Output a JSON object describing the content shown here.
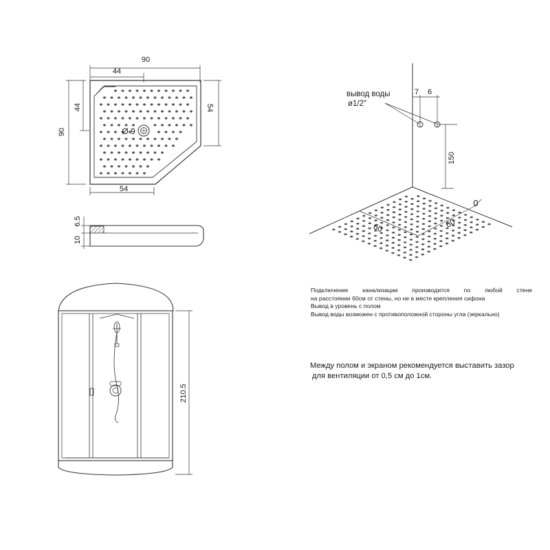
{
  "tray_plan": {
    "width_label": "90",
    "depth_label": "90",
    "inner_width_label": "44",
    "inner_depth_label": "44",
    "right_side_label": "54",
    "front_side_label": "54",
    "drain_label": "Ø 9"
  },
  "tray_profile": {
    "height_label": "10",
    "rim_label": "6.5"
  },
  "cabin_front": {
    "height_label": "210.5"
  },
  "wall_detail": {
    "outlet_title": "вывод воды",
    "outlet_size": "ø1/2\"",
    "spacing_left": "7",
    "spacing_right": "6",
    "outlet_height": "150",
    "floor_left": "60",
    "floor_right": "60",
    "floor_zero": "0"
  },
  "notes": {
    "line1": "Подключение канализации производится по любой стене",
    "line2": "на расстоянии 60см от стены, но не в месте крепления сифона",
    "line3": "Вывод в уровень с полом",
    "line4": "Вывод воды возможен с противоположной стороны угла (зеркально)"
  },
  "ventilation": {
    "line1": "Между полом и экраном рекомендуется выставить зазор",
    "line2": "для вентиляции от 0,5 см до 1см."
  }
}
